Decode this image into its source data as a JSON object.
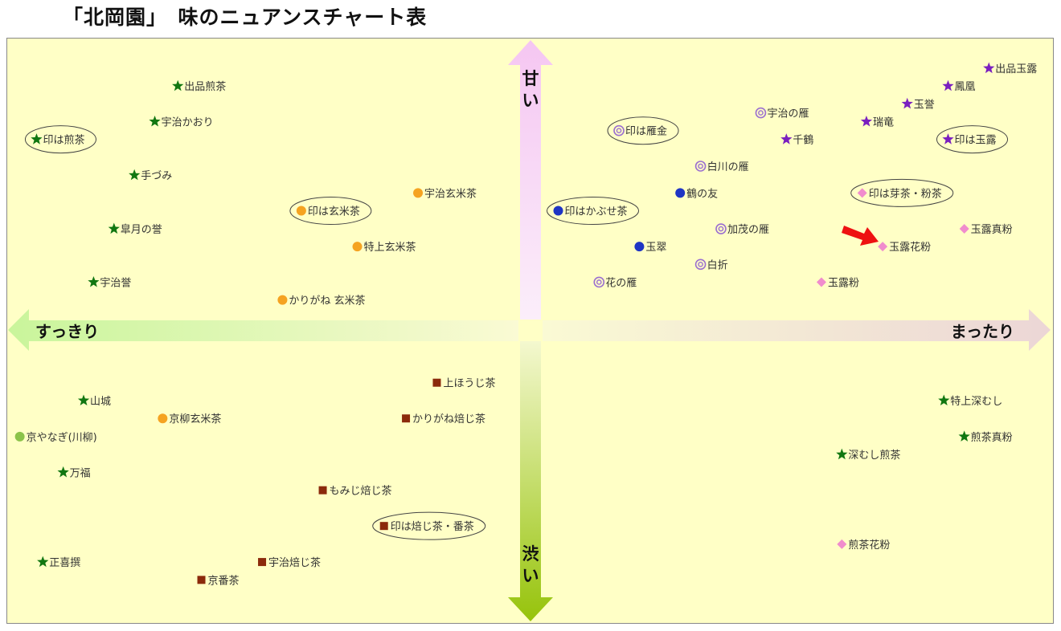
{
  "title": "「北岡園」　味のニュアンスチャート表",
  "chart_data": {
    "type": "scatter",
    "xlim": [
      -1,
      1
    ],
    "ylim": [
      -1,
      1
    ],
    "axes": {
      "left": "すっきり",
      "right": "まったり",
      "top": "甘い",
      "bottom": "渋い"
    },
    "colors": {
      "background": "#ffffc6",
      "border": "#888888",
      "star_green": "#117711",
      "star_purple": "#7a1fbf",
      "circle_orange": "#f5a321",
      "circle_blue": "#1f35c4",
      "circle_lightgreen": "#8bc34a",
      "double_circle": "#9b6fd0",
      "square_brown": "#8b2a0b",
      "diamond_pink": "#f08ccd",
      "highlight_arrow": "#ee1111"
    },
    "items": [
      {
        "label": "出品煎茶",
        "marker": "star",
        "color": "star_green",
        "x": -0.674,
        "y": 0.837,
        "circled": false
      },
      {
        "label": "宇治かおり",
        "marker": "star",
        "color": "star_green",
        "x": -0.718,
        "y": 0.715,
        "circled": false
      },
      {
        "label": "印は煎茶",
        "marker": "star",
        "color": "star_green",
        "x": -0.944,
        "y": 0.654,
        "circled": true
      },
      {
        "label": "手づみ",
        "marker": "star",
        "color": "star_green",
        "x": -0.757,
        "y": 0.531,
        "circled": false
      },
      {
        "label": "皐月の誉",
        "marker": "star",
        "color": "star_green",
        "x": -0.796,
        "y": 0.347,
        "circled": false
      },
      {
        "label": "宇治誉",
        "marker": "star",
        "color": "star_green",
        "x": -0.835,
        "y": 0.164,
        "circled": false
      },
      {
        "label": "宇治玄米茶",
        "marker": "circle",
        "color": "circle_orange",
        "x": -0.215,
        "y": 0.47,
        "circled": false
      },
      {
        "label": "印は玄米茶",
        "marker": "circle",
        "color": "circle_orange",
        "x": -0.438,
        "y": 0.409,
        "circled": true
      },
      {
        "label": "特上玄米茶",
        "marker": "circle",
        "color": "circle_orange",
        "x": -0.331,
        "y": 0.286,
        "circled": false
      },
      {
        "label": "かりがね 玄米茶",
        "marker": "circle",
        "color": "circle_orange",
        "x": -0.474,
        "y": 0.103,
        "circled": false
      },
      {
        "label": "上ほうじ茶",
        "marker": "square",
        "color": "square_brown",
        "x": -0.179,
        "y": -0.18,
        "circled": false
      },
      {
        "label": "かりがね焙じ茶",
        "marker": "square",
        "color": "square_brown",
        "x": -0.238,
        "y": -0.302,
        "circled": false
      },
      {
        "label": "もみじ焙じ茶",
        "marker": "square",
        "color": "square_brown",
        "x": -0.397,
        "y": -0.547,
        "circled": false
      },
      {
        "label": "印は焙じ茶・番茶",
        "marker": "square",
        "color": "square_brown",
        "x": -0.28,
        "y": -0.669,
        "circled": true
      },
      {
        "label": "宇治焙じ茶",
        "marker": "square",
        "color": "square_brown",
        "x": -0.513,
        "y": -0.792,
        "circled": false
      },
      {
        "label": "京番茶",
        "marker": "square",
        "color": "square_brown",
        "x": -0.629,
        "y": -0.853,
        "circled": false
      },
      {
        "label": "山城",
        "marker": "star",
        "color": "star_green",
        "x": -0.854,
        "y": -0.241,
        "circled": false
      },
      {
        "label": "京柳玄米茶",
        "marker": "circle",
        "color": "circle_orange",
        "x": -0.703,
        "y": -0.302,
        "circled": false
      },
      {
        "label": "京やなぎ(川柳)",
        "marker": "circle",
        "color": "circle_lightgreen",
        "x": -0.976,
        "y": -0.364,
        "circled": false
      },
      {
        "label": "万福",
        "marker": "star",
        "color": "star_green",
        "x": -0.893,
        "y": -0.486,
        "circled": false
      },
      {
        "label": "正喜撰",
        "marker": "star",
        "color": "star_green",
        "x": -0.932,
        "y": -0.792,
        "circled": false
      },
      {
        "label": "宇治の雁",
        "marker": "double-circle",
        "color": "double_circle",
        "x": 0.44,
        "y": 0.745,
        "circled": false
      },
      {
        "label": "印は雁金",
        "marker": "double-circle",
        "color": "double_circle",
        "x": 0.169,
        "y": 0.684,
        "circled": true
      },
      {
        "label": "白川の雁",
        "marker": "double-circle",
        "color": "double_circle",
        "x": 0.325,
        "y": 0.562,
        "circled": false
      },
      {
        "label": "鶴の友",
        "marker": "circle",
        "color": "circle_blue",
        "x": 0.286,
        "y": 0.47,
        "circled": false
      },
      {
        "label": "印はかぶせ茶",
        "marker": "circle",
        "color": "circle_blue",
        "x": 0.053,
        "y": 0.409,
        "circled": true
      },
      {
        "label": "加茂の雁",
        "marker": "double-circle",
        "color": "double_circle",
        "x": 0.364,
        "y": 0.347,
        "circled": false
      },
      {
        "label": "玉翠",
        "marker": "circle",
        "color": "circle_blue",
        "x": 0.208,
        "y": 0.286,
        "circled": false
      },
      {
        "label": "白折",
        "marker": "double-circle",
        "color": "double_circle",
        "x": 0.325,
        "y": 0.225,
        "circled": false
      },
      {
        "label": "花の雁",
        "marker": "double-circle",
        "color": "double_circle",
        "x": 0.131,
        "y": 0.164,
        "circled": false
      },
      {
        "label": "出品玉露",
        "marker": "star",
        "color": "star_purple",
        "x": 0.876,
        "y": 0.898,
        "circled": false
      },
      {
        "label": "鳳凰",
        "marker": "star",
        "color": "star_purple",
        "x": 0.798,
        "y": 0.837,
        "circled": false
      },
      {
        "label": "玉誉",
        "marker": "star",
        "color": "star_purple",
        "x": 0.72,
        "y": 0.776,
        "circled": false
      },
      {
        "label": "瑞竜",
        "marker": "star",
        "color": "star_purple",
        "x": 0.642,
        "y": 0.715,
        "circled": false
      },
      {
        "label": "千鶴",
        "marker": "star",
        "color": "star_purple",
        "x": 0.489,
        "y": 0.654,
        "circled": false
      },
      {
        "label": "印は玉露",
        "marker": "star",
        "color": "star_purple",
        "x": 0.798,
        "y": 0.654,
        "circled": true
      },
      {
        "label": "印は芽茶・粉茶",
        "marker": "diamond",
        "color": "diamond_pink",
        "x": 0.634,
        "y": 0.47,
        "circled": true
      },
      {
        "label": "玉露真粉",
        "marker": "diamond",
        "color": "diamond_pink",
        "x": 0.829,
        "y": 0.347,
        "circled": false
      },
      {
        "label": "玉露花粉",
        "marker": "diamond",
        "color": "diamond_pink",
        "x": 0.673,
        "y": 0.286,
        "circled": false,
        "highlighted": true
      },
      {
        "label": "玉露粉",
        "marker": "diamond",
        "color": "diamond_pink",
        "x": 0.556,
        "y": 0.164,
        "circled": false
      },
      {
        "label": "特上深むし",
        "marker": "star",
        "color": "star_green",
        "x": 0.79,
        "y": -0.241,
        "circled": false
      },
      {
        "label": "煎茶真粉",
        "marker": "star",
        "color": "star_green",
        "x": 0.829,
        "y": -0.364,
        "circled": false
      },
      {
        "label": "深むし煎茶",
        "marker": "star",
        "color": "star_green",
        "x": 0.595,
        "y": -0.425,
        "circled": false
      },
      {
        "label": "煎茶花粉",
        "marker": "diamond",
        "color": "diamond_pink",
        "x": 0.595,
        "y": -0.731,
        "circled": false
      }
    ]
  }
}
